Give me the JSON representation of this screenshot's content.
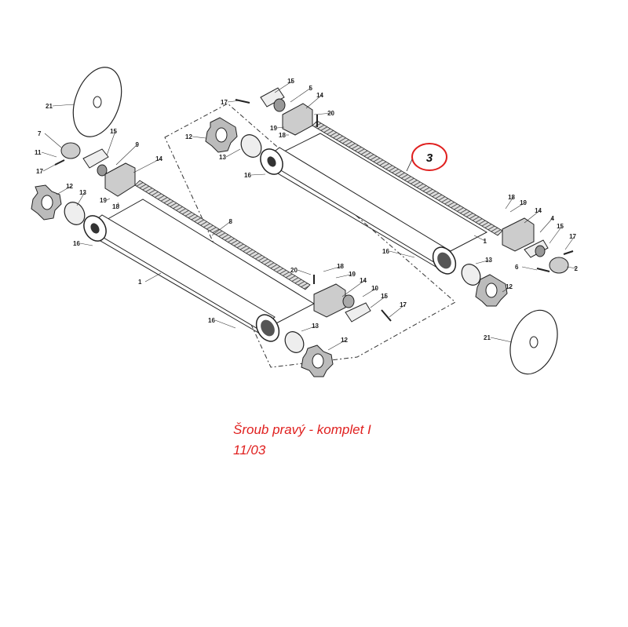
{
  "diagram": {
    "highlight_number": "3",
    "highlight_color": "#e0201f",
    "caption_title": "Šroub pravý - komplet I",
    "caption_date": "11/03",
    "labels_left": [
      "21",
      "7",
      "11",
      "17",
      "15",
      "9",
      "14",
      "12",
      "13",
      "19",
      "18",
      "16",
      "8",
      "1",
      "16",
      "13",
      "12"
    ],
    "labels_center": [
      "17",
      "15",
      "5",
      "14",
      "20",
      "12",
      "19",
      "18",
      "13",
      "16",
      "20",
      "18",
      "19",
      "14",
      "10",
      "15",
      "17"
    ],
    "labels_right": [
      "18",
      "19",
      "14",
      "4",
      "15",
      "17",
      "1",
      "16",
      "13",
      "6",
      "2",
      "12",
      "21"
    ]
  }
}
